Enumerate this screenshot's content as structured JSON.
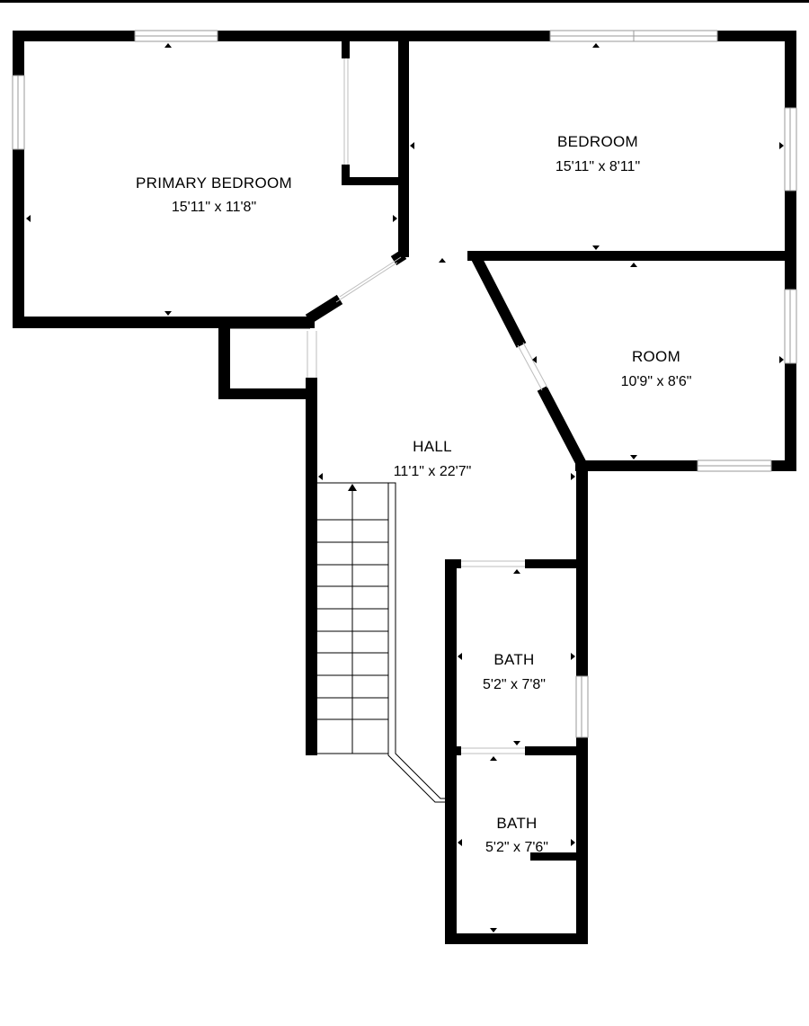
{
  "floorplan": {
    "rooms": [
      {
        "id": "primary-bedroom",
        "name": "PRIMARY BEDROOM",
        "dimensions": "15'11\" x 11'8\""
      },
      {
        "id": "bedroom",
        "name": "BEDROOM",
        "dimensions": "15'11\" x 8'11\""
      },
      {
        "id": "room",
        "name": "ROOM",
        "dimensions": "10'9\" x 8'6\""
      },
      {
        "id": "hall",
        "name": "HALL",
        "dimensions": "11'1\" x 22'7\""
      },
      {
        "id": "bath-upper",
        "name": "BATH",
        "dimensions": "5'2\" x 7'8\""
      },
      {
        "id": "bath-lower",
        "name": "BATH",
        "dimensions": "5'2\" x 7'6\""
      }
    ]
  },
  "colors": {
    "wall": "#000000",
    "background": "#ffffff",
    "window_frame": "#9a9a9a"
  }
}
